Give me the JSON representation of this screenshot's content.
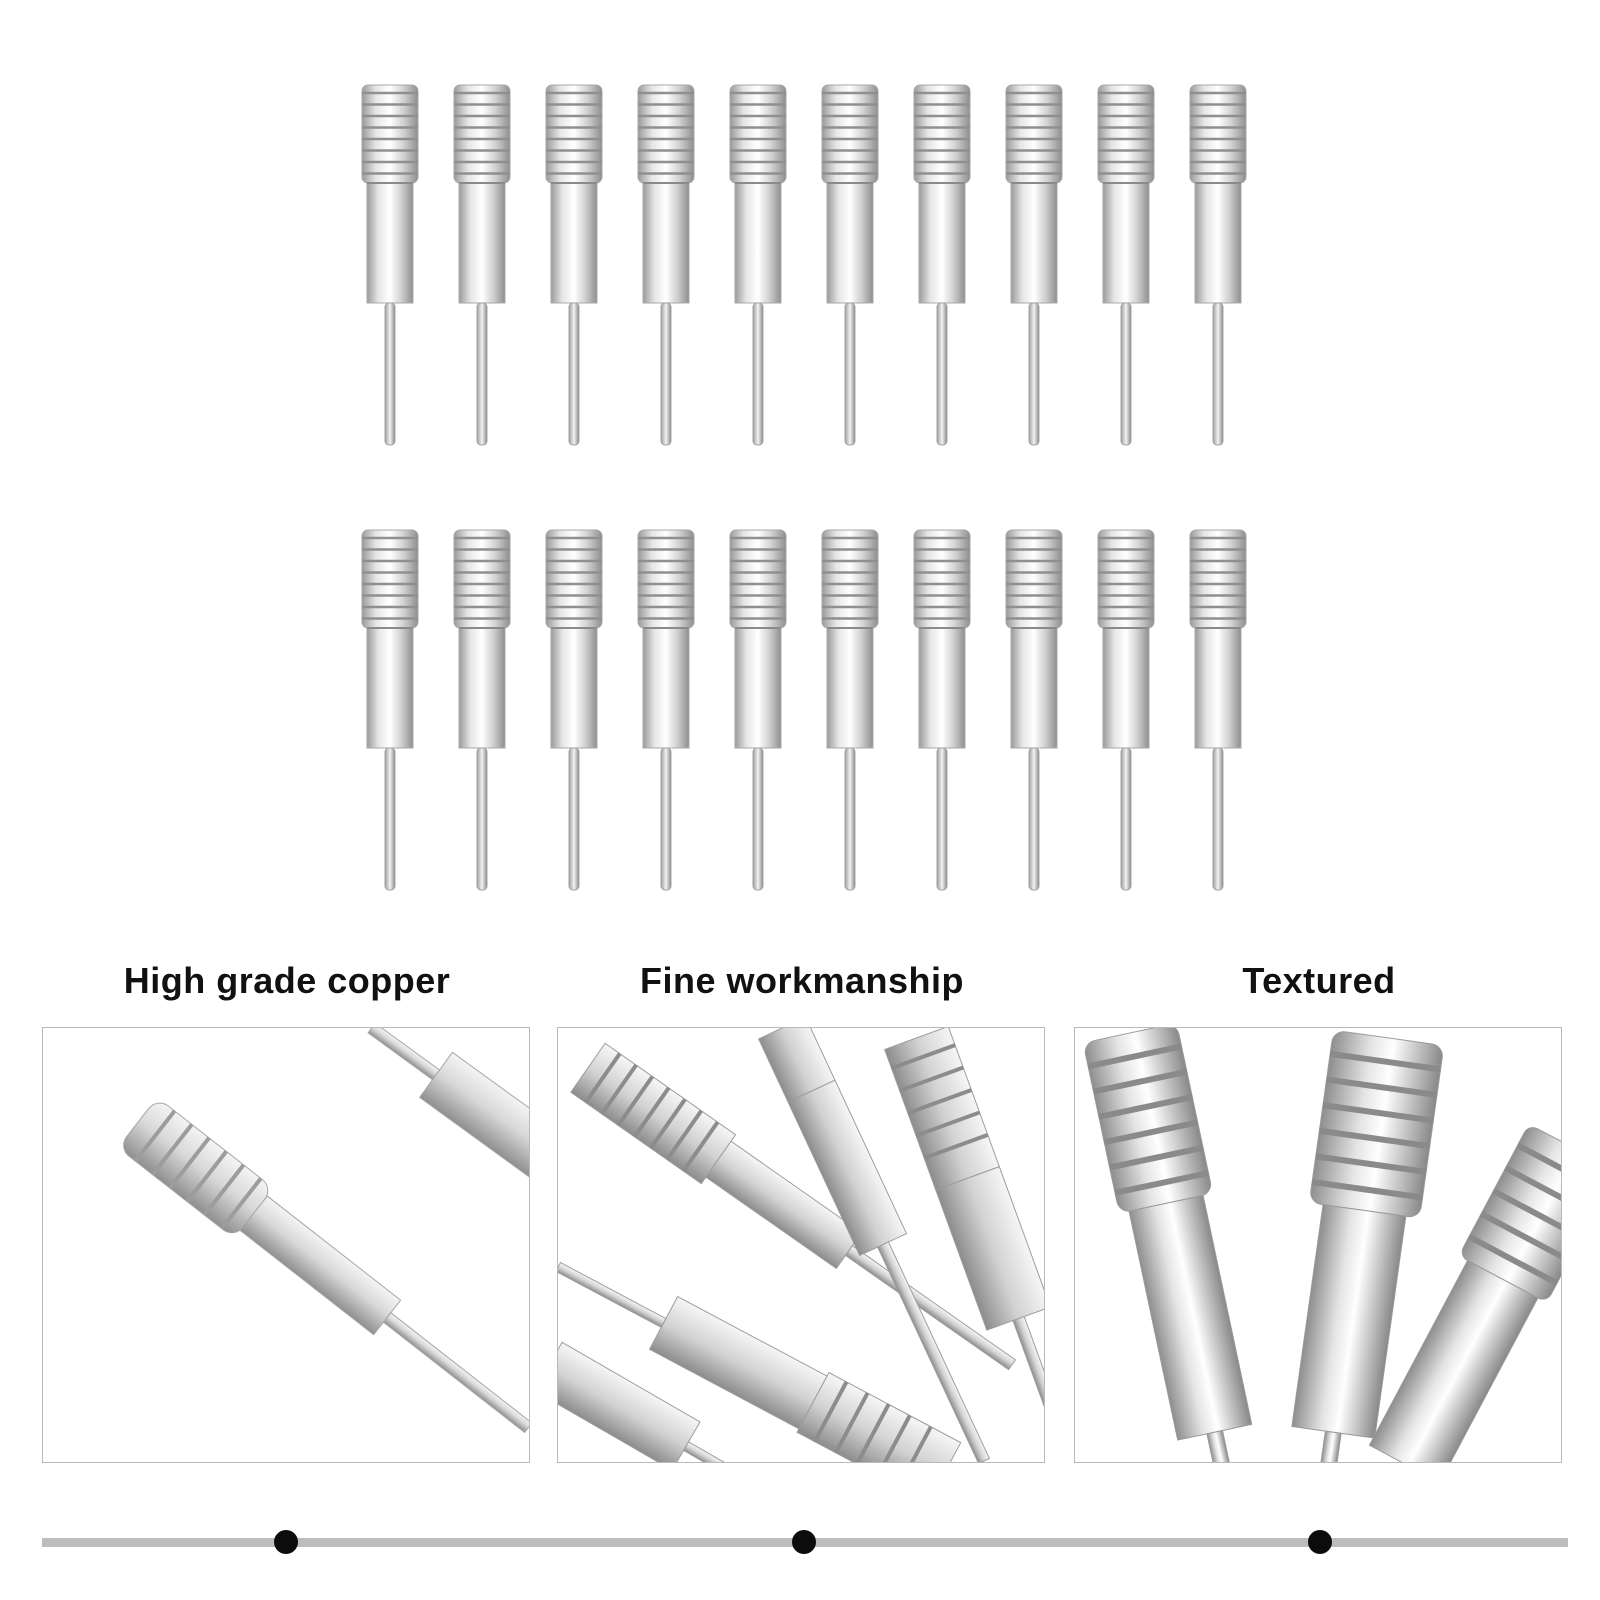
{
  "product": {
    "rows": 2,
    "pins_per_row": 10,
    "metal_color": "#c9c9c9"
  },
  "features": [
    {
      "title": "High grade copper",
      "icon": "pin-closeup-image"
    },
    {
      "title": "Fine workmanship",
      "icon": "pile-of-pins-image"
    },
    {
      "title": "Textured",
      "icon": "thread-texture-image"
    }
  ],
  "timeline": {
    "dots": 3,
    "track_color": "#bdbdbd",
    "dot_color": "#0c0c0c"
  }
}
